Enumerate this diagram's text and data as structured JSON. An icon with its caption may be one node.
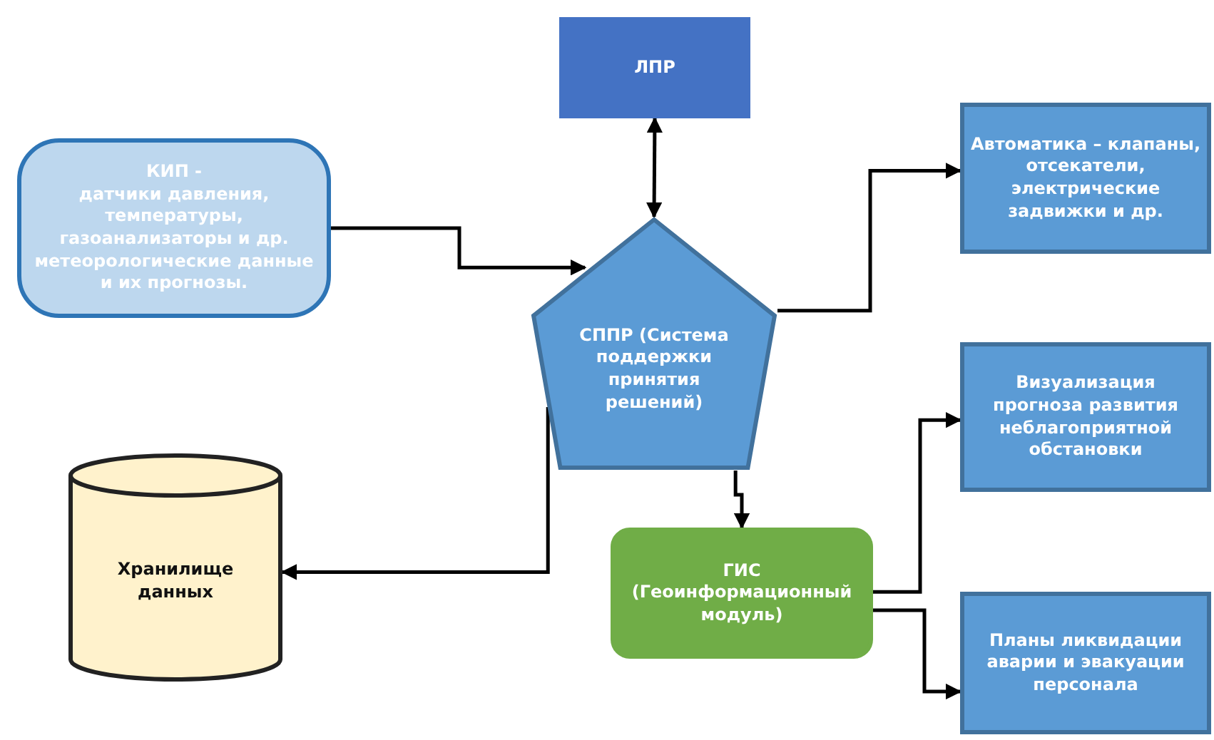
{
  "diagram": {
    "nodes": [
      {
        "text": [
          "КИП -",
          "датчики давления, температуры, газоанализаторы и др. метеорологические данные и их прогнозы."
        ]
      },
      {
        "text": [
          "ЛПР"
        ]
      },
      {
        "text": [
          "СППР (Система поддержки принятия решений)"
        ]
      },
      {
        "text": [
          "Автоматика – клапаны, отсекатели, электрические задвижки и др."
        ]
      },
      {
        "text": [
          "Хранилище данных"
        ]
      },
      {
        "text": [
          "ГИС (Геоинформационный модуль)"
        ]
      },
      {
        "text": [
          "Визуализация прогноза развития неблагоприятной обстановки"
        ]
      },
      {
        "text": [
          "Планы ликвидации аварии и эвакуации персонала"
        ]
      }
    ],
    "edges": [
      {
        "from": 0,
        "to": 2,
        "arrow": "to"
      },
      {
        "from": 1,
        "to": 2,
        "arrow": "both"
      },
      {
        "from": 2,
        "to": 3,
        "arrow": "to"
      },
      {
        "from": 2,
        "to": 4,
        "arrow": "to"
      },
      {
        "from": 2,
        "to": 5,
        "arrow": "to"
      },
      {
        "from": 5,
        "to": 6,
        "arrow": "to"
      },
      {
        "from": 5,
        "to": 7,
        "arrow": "to"
      }
    ]
  }
}
